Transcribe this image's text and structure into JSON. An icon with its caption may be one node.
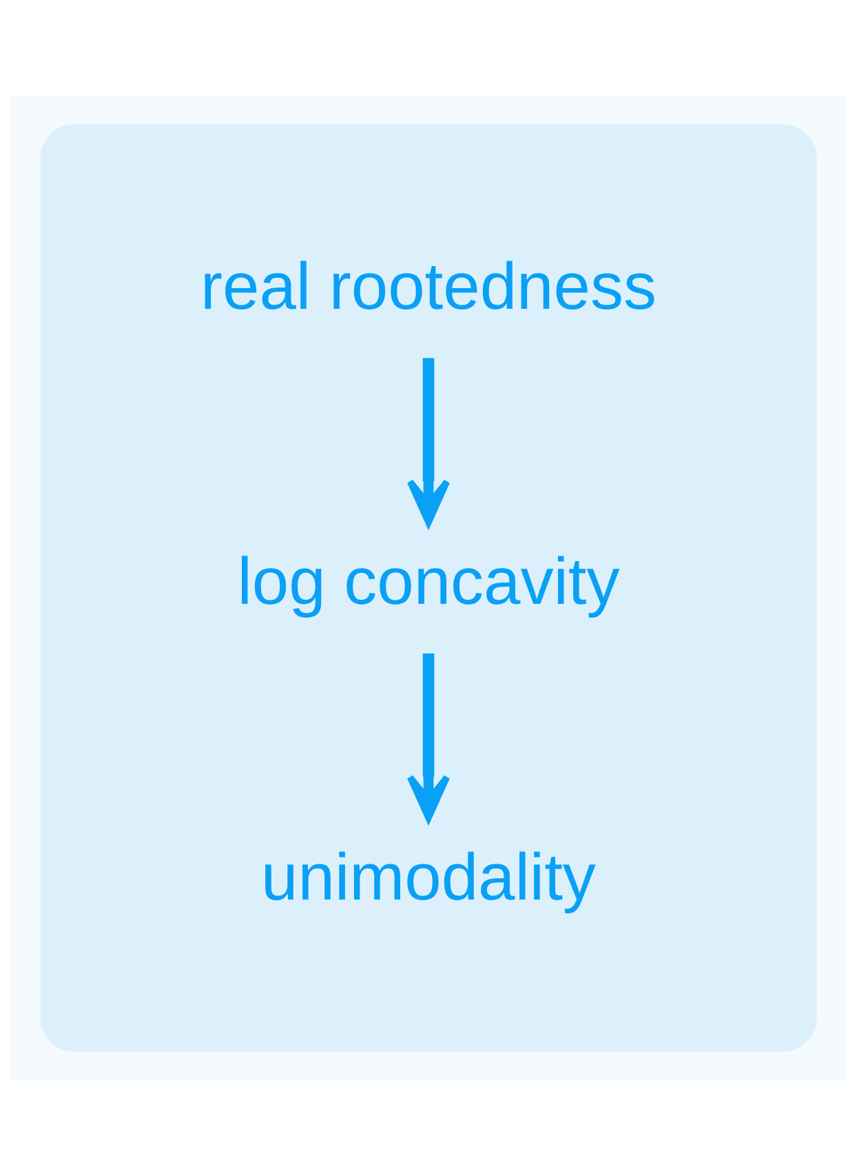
{
  "diagram": {
    "nodes": [
      {
        "text": [],
        "shape": "box"
      },
      {
        "text": [
          "real rootedness"
        ],
        "in": 0
      },
      {
        "text": [
          "log concavity"
        ],
        "in": 0
      },
      {
        "text": [
          "unimodality"
        ],
        "in": 0
      }
    ],
    "edges": [
      {
        "from": 1,
        "to": 2,
        "arrow": "to"
      },
      {
        "from": 2,
        "to": 3,
        "arrow": "to"
      }
    ]
  }
}
